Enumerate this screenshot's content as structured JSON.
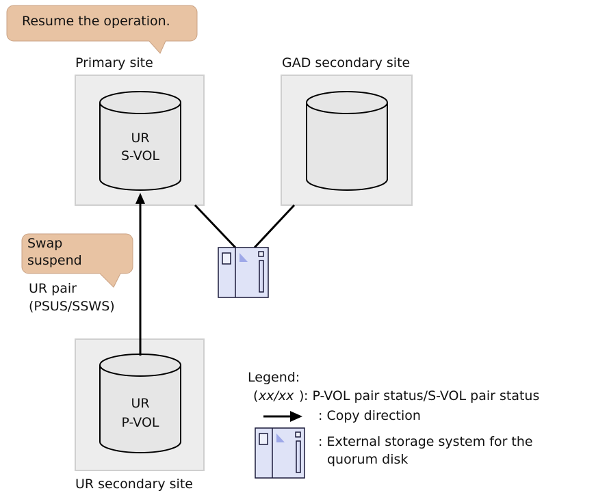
{
  "callouts": {
    "resume": "Resume the operation.",
    "swap_line1": "Swap",
    "swap_line2": "suspend"
  },
  "sites": {
    "primary": "Primary site",
    "gad_secondary": "GAD secondary site",
    "ur_secondary": "UR secondary site"
  },
  "volumes": {
    "ur_svol_line1": "UR",
    "ur_svol_line2": "S-VOL",
    "ur_pvol_line1": "UR",
    "ur_pvol_line2": "P-VOL"
  },
  "pair": {
    "line1": "UR pair",
    "line2": "(PSUS/SSWS)"
  },
  "legend": {
    "title": "Legend:",
    "status_key": "xx/xx",
    "status_text": ": P-VOL pair status/S-VOL pair status",
    "copy_text": ": Copy direction",
    "storage_line1": ": External storage system for the",
    "storage_line2": "quorum disk"
  },
  "colors": {
    "callout_fill": "#e8c3a3",
    "callout_stroke": "#c9a284",
    "site_fill": "#ededed",
    "site_stroke": "#cfcfcf",
    "cylinder_fill": "#e6e6e6",
    "storage_fill": "#dfe3f7",
    "storage_stroke": "#1a1a3a",
    "storage_triangle": "#9ea8e8"
  }
}
